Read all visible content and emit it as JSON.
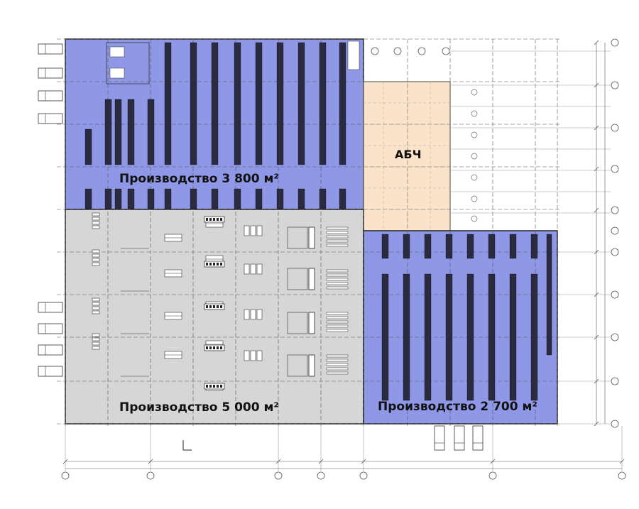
{
  "zones": {
    "zone_top": {
      "label": "Производство  3 800 м²",
      "color": "#8f98e6"
    },
    "zone_mid": {
      "label": "Производство  5 000 м²",
      "color": "#d6d6d6"
    },
    "zone_right": {
      "label": "Производство  2 700 м²",
      "color": "#8f98e6"
    },
    "zone_abch": {
      "label": "АБЧ",
      "color": "#fbe3c9"
    }
  },
  "colors": {
    "line": "#333333",
    "rack": "#2a2a40",
    "grid": "#555555"
  }
}
